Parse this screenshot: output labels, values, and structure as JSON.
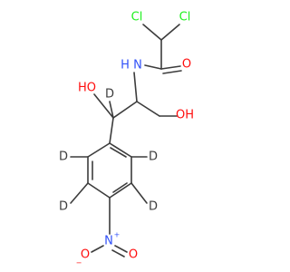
{
  "molecule": {
    "colors": {
      "carbon": "#3c3c3c",
      "oxygen": "#ff0d0d",
      "nitrogen": "#3050f8",
      "chlorine": "#1ff01f",
      "deuterium": "#3c3c3c"
    },
    "labels": {
      "cl_left": "Cl",
      "cl_right": "Cl",
      "amide_n": "N",
      "amide_h": "H",
      "carbonyl_o": "O",
      "hydroxyl_left": "HO",
      "hydroxyl_right": "OH",
      "d_benzylic": "D",
      "d_ring_upper_left": "D",
      "d_ring_upper_right": "D",
      "d_ring_lower_left": "D",
      "d_ring_lower_right": "D",
      "nitro_n": "N",
      "nitro_n_charge": "+",
      "nitro_o_left": "O",
      "nitro_o_left_charge": "−",
      "nitro_o_right": "O"
    }
  }
}
